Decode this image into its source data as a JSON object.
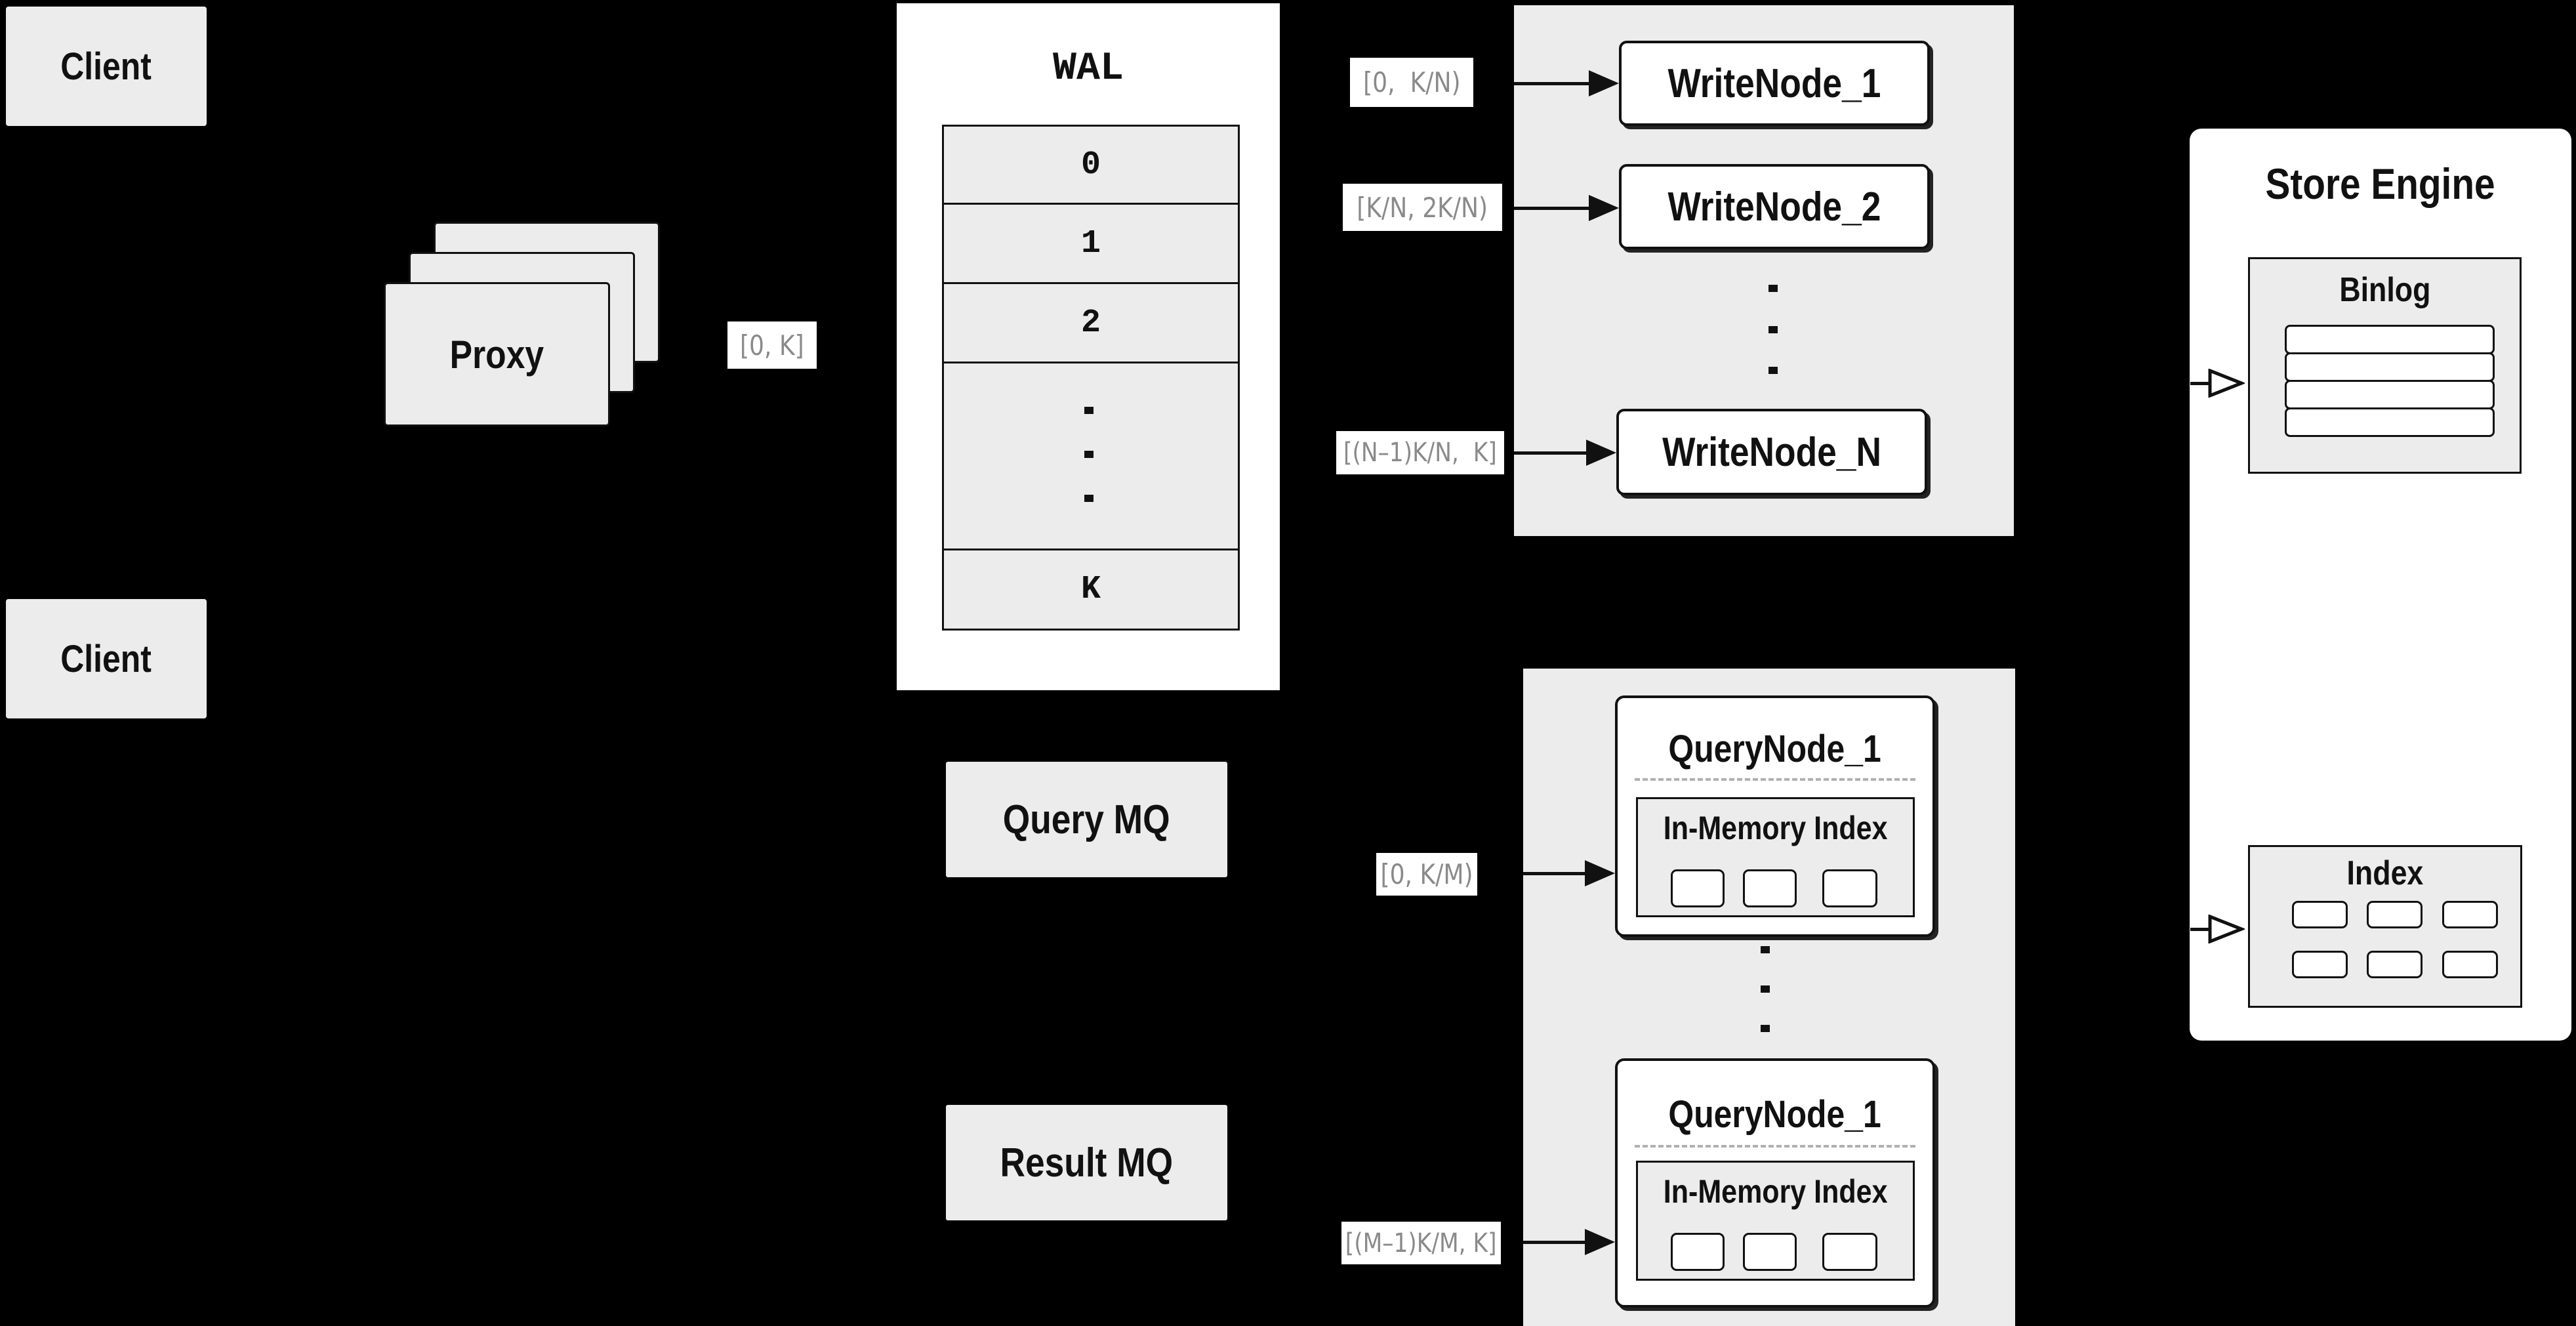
{
  "colors": {
    "background": "#000000",
    "panel_fill": "#ececec",
    "node_fill": "#ffffff",
    "line": "#111111",
    "range_label_text": "#8a8a8a"
  },
  "clients": {
    "top": "Client",
    "bottom": "Client"
  },
  "proxy": {
    "label": "Proxy"
  },
  "ranges": {
    "proxy_out": "[0, K]",
    "write_1": "[0,  K/N)",
    "write_2": "[K/N, 2K/N)",
    "write_n": "[(N–1)K/N,  K]",
    "query_1": "[0, K/M)",
    "query_m": "[(M–1)K/M, K]"
  },
  "wal": {
    "title": "WAL",
    "rows": [
      "0",
      "1",
      "2"
    ],
    "last_row": "K"
  },
  "write_nodes": [
    "WriteNode_1",
    "WriteNode_2",
    "WriteNode_N"
  ],
  "mq": {
    "query": "Query MQ",
    "result": "Result MQ"
  },
  "query_nodes": [
    {
      "title": "QueryNode_1",
      "subtitle": "In-Memory Index"
    },
    {
      "title": "QueryNode_1",
      "subtitle": "In-Memory Index"
    }
  ],
  "store_engine": {
    "title": "Store Engine",
    "binlog": "Binlog",
    "index": "Index"
  }
}
